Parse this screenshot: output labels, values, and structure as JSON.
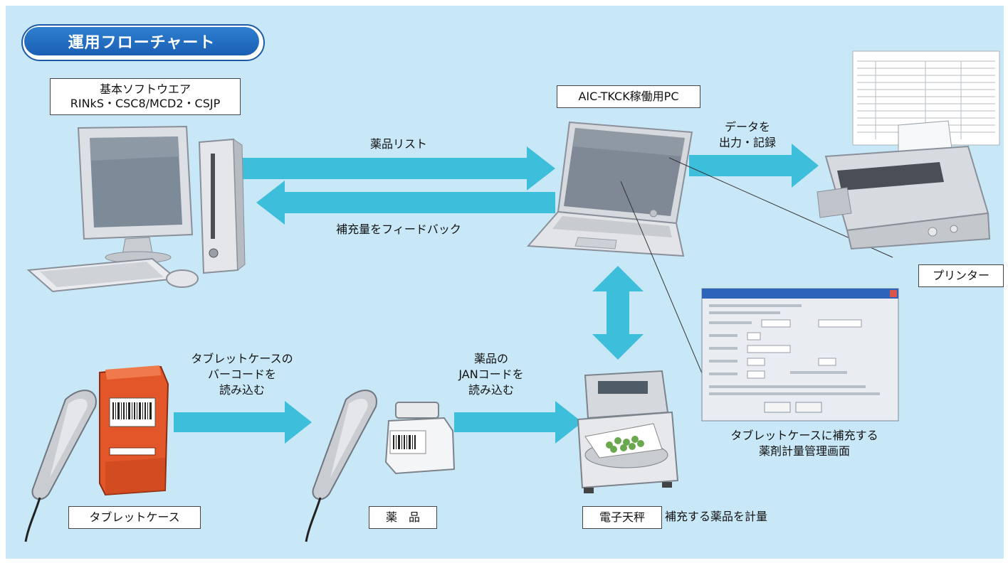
{
  "title": "運用フローチャート",
  "labels": {
    "base_software": "基本ソフトウエア\nRINkS・CSC8/MCD2・CSJP",
    "pc": "AIC-TKCK稼働用PC",
    "printer": "プリンター",
    "tablet_case": "タブレットケース",
    "medicine": "薬　品",
    "scale": "電子天秤"
  },
  "arrows": {
    "drug_list": "薬品リスト",
    "feedback": "補充量をフィードバック",
    "data_output": "データを\n出力・記録",
    "read_case_barcode": "タブレットケースの\nバーコードを\n読み込む",
    "read_jan_code": "薬品の\nJANコードを\n読み込む"
  },
  "captions": {
    "screen": "タブレットケースに補充する\n薬剤計量管理画面",
    "weigh": "補充する薬品を計量"
  },
  "colors": {
    "panel": "#c9e8f7",
    "arrow": "#3dbfdc",
    "title": "#1a5fb4"
  }
}
